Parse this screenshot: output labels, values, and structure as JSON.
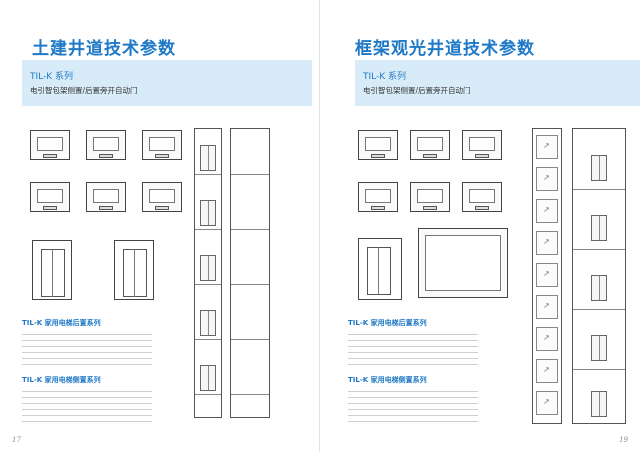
{
  "left": {
    "title": "土建井道技术参数",
    "series": "TIL-K 系列",
    "subtitle": "电引智包架侧置/后置旁开自动门",
    "table1_title": "TIL-K 家用电梯后置系列",
    "table2_title": "TIL-K 家用电梯侧置系列",
    "page_number": "17"
  },
  "right": {
    "title": "框架观光井道技术参数",
    "series": "TIL-K 系列",
    "subtitle": "电引智包架侧置/后置旁开自动门",
    "table1_title": "TIL-K 家用电梯后置系列",
    "table2_title": "TIL-K 家用电梯侧置系列",
    "page_number": "19"
  }
}
